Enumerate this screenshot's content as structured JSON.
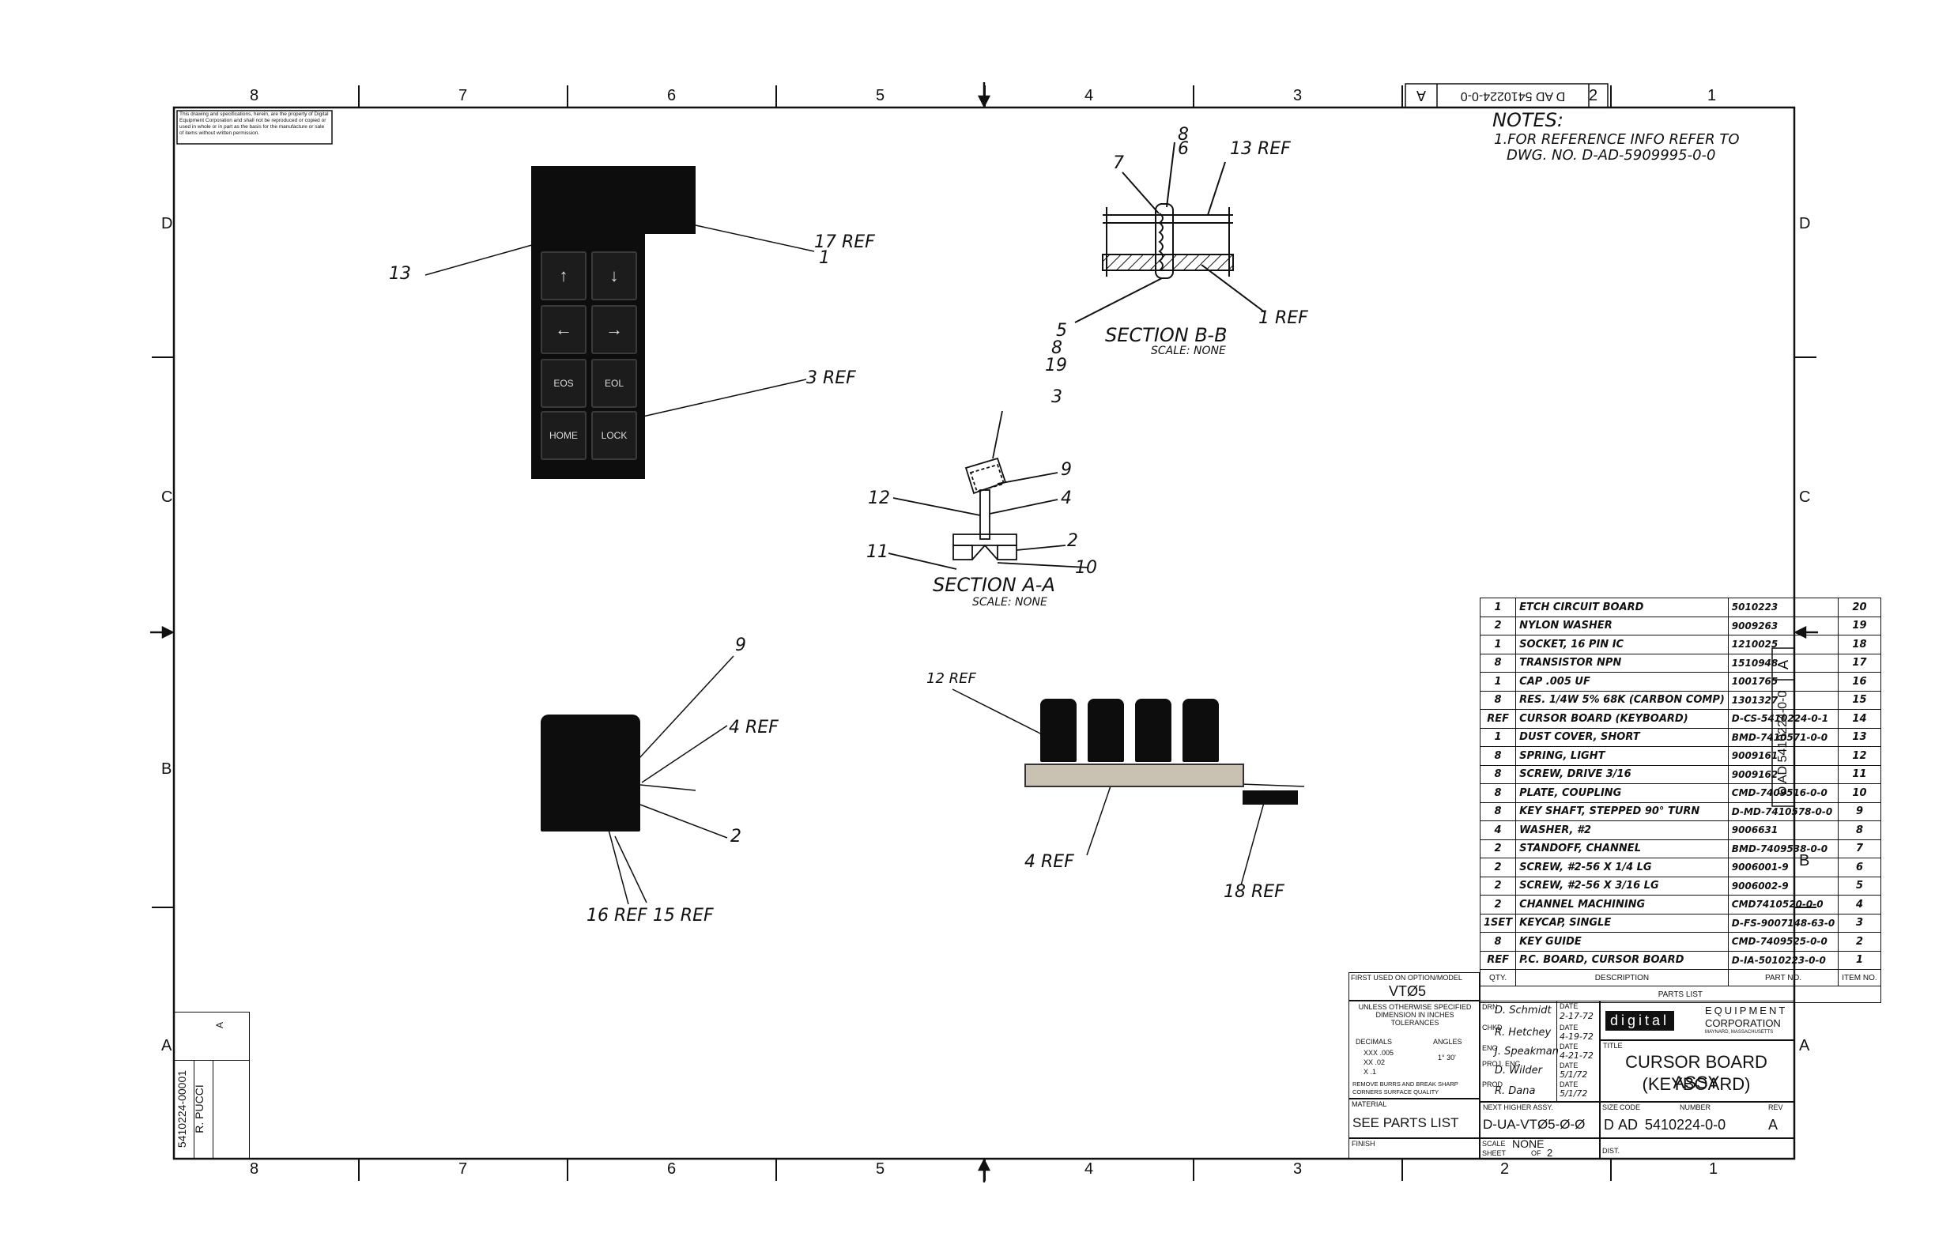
{
  "drawing": {
    "notice": "This drawing and specifications, herein, are the property of Digital Equipment Corporation and shall not be reproduced or copied or used in whole or in part as the basis for the manufacture or sale of items without written permission.",
    "zone_columns_top": [
      "8",
      "7",
      "6",
      "5",
      "4",
      "3",
      "2",
      "1"
    ],
    "zone_columns_bottom": [
      "8",
      "7",
      "6",
      "5",
      "4",
      "3",
      "2",
      "1"
    ],
    "zone_rows_left": [
      "D",
      "C",
      "B",
      "A"
    ],
    "zone_rows_right": [
      "D",
      "C",
      "B",
      "A"
    ],
    "stamp_top": "D AD 5410224-0-0",
    "stamp_top_rev": "A",
    "side_stamp": "D AD 5410224-0-0",
    "side_stamp_rev": "A"
  },
  "notes": {
    "heading": "NOTES:",
    "line1": "1.FOR REFERENCE INFO REFER TO",
    "line2": "DWG. NO. D-AD-5909995-0-0"
  },
  "photo_keypad": {
    "keys": [
      "↑",
      "↓",
      "←",
      "→",
      "EOS",
      "EOL",
      "HOME",
      "LOCK"
    ],
    "callouts": {
      "c13": "13",
      "c17": "17 REF",
      "c1": "1",
      "c3": "3 REF"
    }
  },
  "section_bb": {
    "title": "SECTION B-B",
    "scale": "SCALE: NONE",
    "callouts": {
      "c8top": "8",
      "c6": "6",
      "c7": "7",
      "c13": "13 REF",
      "c1": "1 REF",
      "c5": "5",
      "c8": "8",
      "c19": "19"
    }
  },
  "section_aa": {
    "title": "SECTION A-A",
    "scale": "SCALE: NONE",
    "callouts": {
      "c3": "3",
      "c9": "9",
      "c12": "12",
      "c4": "4",
      "c2": "2",
      "c11": "11",
      "c10": "10"
    }
  },
  "photo_side": {
    "callouts": {
      "c9": "9",
      "c4": "4 REF",
      "c2": "2",
      "c16": "16 REF 15 REF"
    }
  },
  "photo_board": {
    "callouts": {
      "c12": "12 REF",
      "c4": "4 REF",
      "c18": "18 REF"
    }
  },
  "parts_list": {
    "rows": [
      {
        "qty": "1",
        "desc": "ETCH CIRCUIT BOARD",
        "part": "5010223",
        "item": "20"
      },
      {
        "qty": "2",
        "desc": "NYLON WASHER",
        "part": "9009263",
        "item": "19"
      },
      {
        "qty": "1",
        "desc": "SOCKET, 16 PIN IC",
        "part": "1210025",
        "item": "18"
      },
      {
        "qty": "8",
        "desc": "TRANSISTOR NPN",
        "part": "1510948",
        "item": "17"
      },
      {
        "qty": "1",
        "desc": "CAP .005 UF",
        "part": "1001765",
        "item": "16"
      },
      {
        "qty": "8",
        "desc": "RES. 1/4W 5% 68K (CARBON COMP)",
        "part": "1301327",
        "item": "15"
      },
      {
        "qty": "REF",
        "desc": "CURSOR BOARD (KEYBOARD)",
        "part": "D-CS-5410224-0-1",
        "item": "14"
      },
      {
        "qty": "1",
        "desc": "DUST COVER, SHORT",
        "part": "BMD-7410571-0-0",
        "item": "13"
      },
      {
        "qty": "8",
        "desc": "SPRING, LIGHT",
        "part": "9009161",
        "item": "12"
      },
      {
        "qty": "8",
        "desc": "SCREW, DRIVE 3/16",
        "part": "9009162",
        "item": "11"
      },
      {
        "qty": "8",
        "desc": "PLATE, COUPLING",
        "part": "CMD-7409516-0-0",
        "item": "10"
      },
      {
        "qty": "8",
        "desc": "KEY SHAFT, STEPPED 90° TURN",
        "part": "D-MD-7410578-0-0",
        "item": "9"
      },
      {
        "qty": "4",
        "desc": "WASHER, #2",
        "part": "9006631",
        "item": "8"
      },
      {
        "qty": "2",
        "desc": "STANDOFF, CHANNEL",
        "part": "BMD-7409538-0-0",
        "item": "7"
      },
      {
        "qty": "2",
        "desc": "SCREW, #2-56 X 1/4 LG",
        "part": "9006001-9",
        "item": "6"
      },
      {
        "qty": "2",
        "desc": "SCREW, #2-56 X 3/16 LG",
        "part": "9006002-9",
        "item": "5"
      },
      {
        "qty": "2",
        "desc": "CHANNEL MACHINING",
        "part": "CMD7410520-0-0",
        "item": "4"
      },
      {
        "qty": "1SET",
        "desc": "KEYCAP, SINGLE",
        "part": "D-FS-9007148-63-0",
        "item": "3"
      },
      {
        "qty": "8",
        "desc": "KEY GUIDE",
        "part": "CMD-7409525-0-0",
        "item": "2"
      },
      {
        "qty": "REF",
        "desc": "P.C. BOARD, CURSOR BOARD",
        "part": "D-IA-5010223-0-0",
        "item": "1"
      }
    ],
    "header": {
      "qty": "QTY.",
      "desc": "DESCRIPTION",
      "part": "PART NO.",
      "item": "ITEM NO."
    },
    "caption": "PARTS LIST"
  },
  "title_block": {
    "first_used_label": "FIRST USED ON OPTION/MODEL",
    "first_used": "VTØ5",
    "tolerance_note": "UNLESS OTHERWISE SPECIFIED DIMENSION IN INCHES TOLERANCES",
    "decimals_label": "DECIMALS",
    "angles_label": "ANGLES",
    "xxx": "XXX .005",
    "xx": "XX .02",
    "x": "X .1",
    "angle_tol": "1° 30'",
    "burrs": "REMOVE BURRS AND BREAK SHARP CORNERS SURFACE QUALITY",
    "material_label": "MATERIAL",
    "material": "SEE PARTS LIST",
    "finish_label": "FINISH",
    "drn_label": "DRN",
    "chkd_label": "CHKD",
    "eng_label": "ENG",
    "proj_eng_label": "PROJ. ENG",
    "prod_label": "PROD",
    "date_label": "DATE",
    "drn_sig": "D. Schmidt",
    "chkd_sig": "R. Hetchey",
    "eng_sig": "J. Speakman",
    "proj_sig": "D. Wilder",
    "prod_sig": "R. Dana",
    "drn_date": "2-17-72",
    "chkd_date": "4-19-72",
    "eng_date": "4-21-72",
    "proj_date": "5/1/72",
    "prod_date": "5/1/72",
    "next_higher_label": "NEXT HIGHER ASSY.",
    "next_higher": "D-UA-VTØ5-Ø-Ø",
    "company_logo": "digital",
    "company_line1": "EQUIPMENT",
    "company_line2": "CORPORATION",
    "company_line3": "MAYNARD, MASSACHUSETTS",
    "title_label": "TITLE",
    "title_line1": "CURSOR BOARD ASSY",
    "title_line2": "(KEYBOARD)",
    "size_label": "SIZE",
    "code_label": "CODE",
    "number_label": "NUMBER",
    "rev_label": "REV",
    "size": "D",
    "code": "AD",
    "number": "5410224-0-0",
    "rev": "A",
    "scale_label": "SCALE",
    "scale": "NONE",
    "sheet_label": "SHEET",
    "sheet_of": "OF",
    "sheet_total": "2",
    "dist_label": "DIST."
  },
  "rev_block": {
    "number": "5410224-00001",
    "name": "R. PUCCI",
    "col": "A"
  }
}
